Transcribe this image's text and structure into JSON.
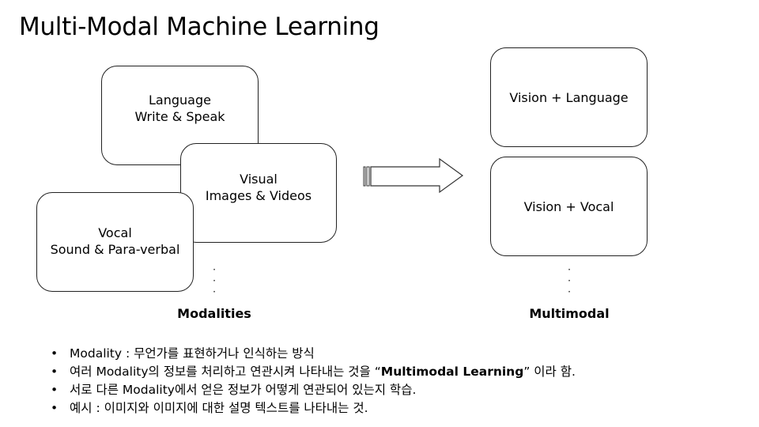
{
  "title": "Multi-Modal Machine Learning",
  "modalities": {
    "language": {
      "line1": "Language",
      "line2": "Write & Speak"
    },
    "visual": {
      "line1": "Visual",
      "line2": "Images & Videos"
    },
    "vocal": {
      "line1": "Vocal",
      "line2": "Sound & Para-verbal"
    },
    "continuation": "·\n·\n·",
    "label": "Modalities"
  },
  "multimodal": {
    "vision_language": "Vision + Language",
    "vision_vocal": "Vision + Vocal",
    "continuation": "·\n·\n·",
    "label": "Multimodal"
  },
  "bullets": [
    {
      "text": "Modality : 무언가를 표현하거나 인식하는 방식"
    },
    {
      "before": "여러 Modality의 정보를 처리하고 연관시켜 나타내는 것을 “",
      "bold": "Multimodal Learning",
      "after": "” 이라 함."
    },
    {
      "text": "서로 다른 Modality에서 얻은 정보가 어떻게 연관되어 있는지 학습."
    },
    {
      "text": "예시 : 이미지와 이미지에 대한 설명 텍스트를 나타내는 것."
    }
  ]
}
